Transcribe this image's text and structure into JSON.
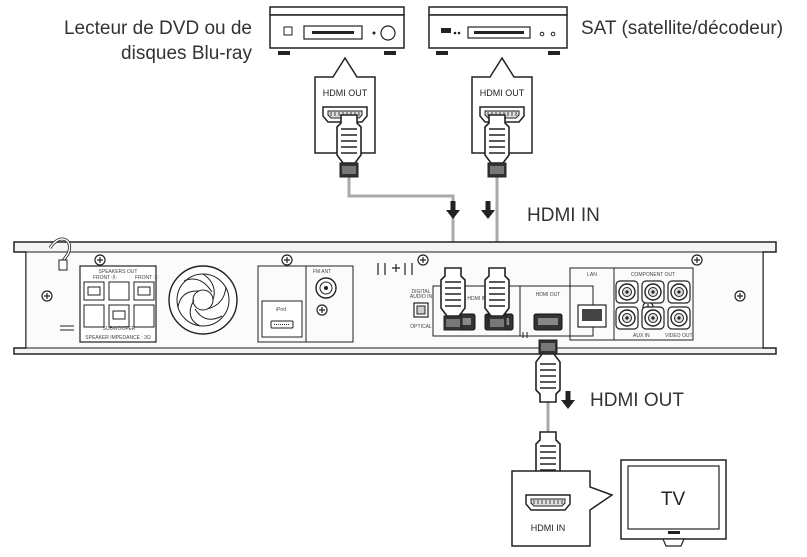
{
  "labels": {
    "dvd_player": [
      "Lecteur de DVD ou de",
      "disques Blu-ray"
    ],
    "sat_box": "SAT (satellite/décodeur)",
    "hdmi_in": "HDMI IN",
    "hdmi_out": "HDMI OUT",
    "callout_dvd": "HDMI OUT",
    "callout_sat": "HDMI OUT",
    "callout_tv": "HDMI  IN",
    "tv": "TV"
  },
  "panel": {
    "speakers_out": "SPEAKERS OUT",
    "speaker_impedance": "SPEAKER IMPEDANCE : 3Ω",
    "front_r": "FRONT Ⓡ",
    "front_l": "FRONT Ⓛ",
    "subwoofer": "SUBWOOFER",
    "fm_ant": "FM ANT",
    "ipod": "iPod",
    "digital_audio_in": [
      "DIGITAL",
      "AUDIO IN"
    ],
    "optical": "OPTICAL",
    "hdmi_in": "HDMI IN",
    "hdmi_out": "HDMI OUT",
    "lan": "LAN",
    "component_out": "COMPONENT OUT",
    "aux_in": "AUX IN",
    "video_out": "VIDEO OUT"
  },
  "colors": {
    "cable_gray": "#a9a9a9",
    "line": "#2a2a2a",
    "panel_fill": "#f4f4f4"
  }
}
